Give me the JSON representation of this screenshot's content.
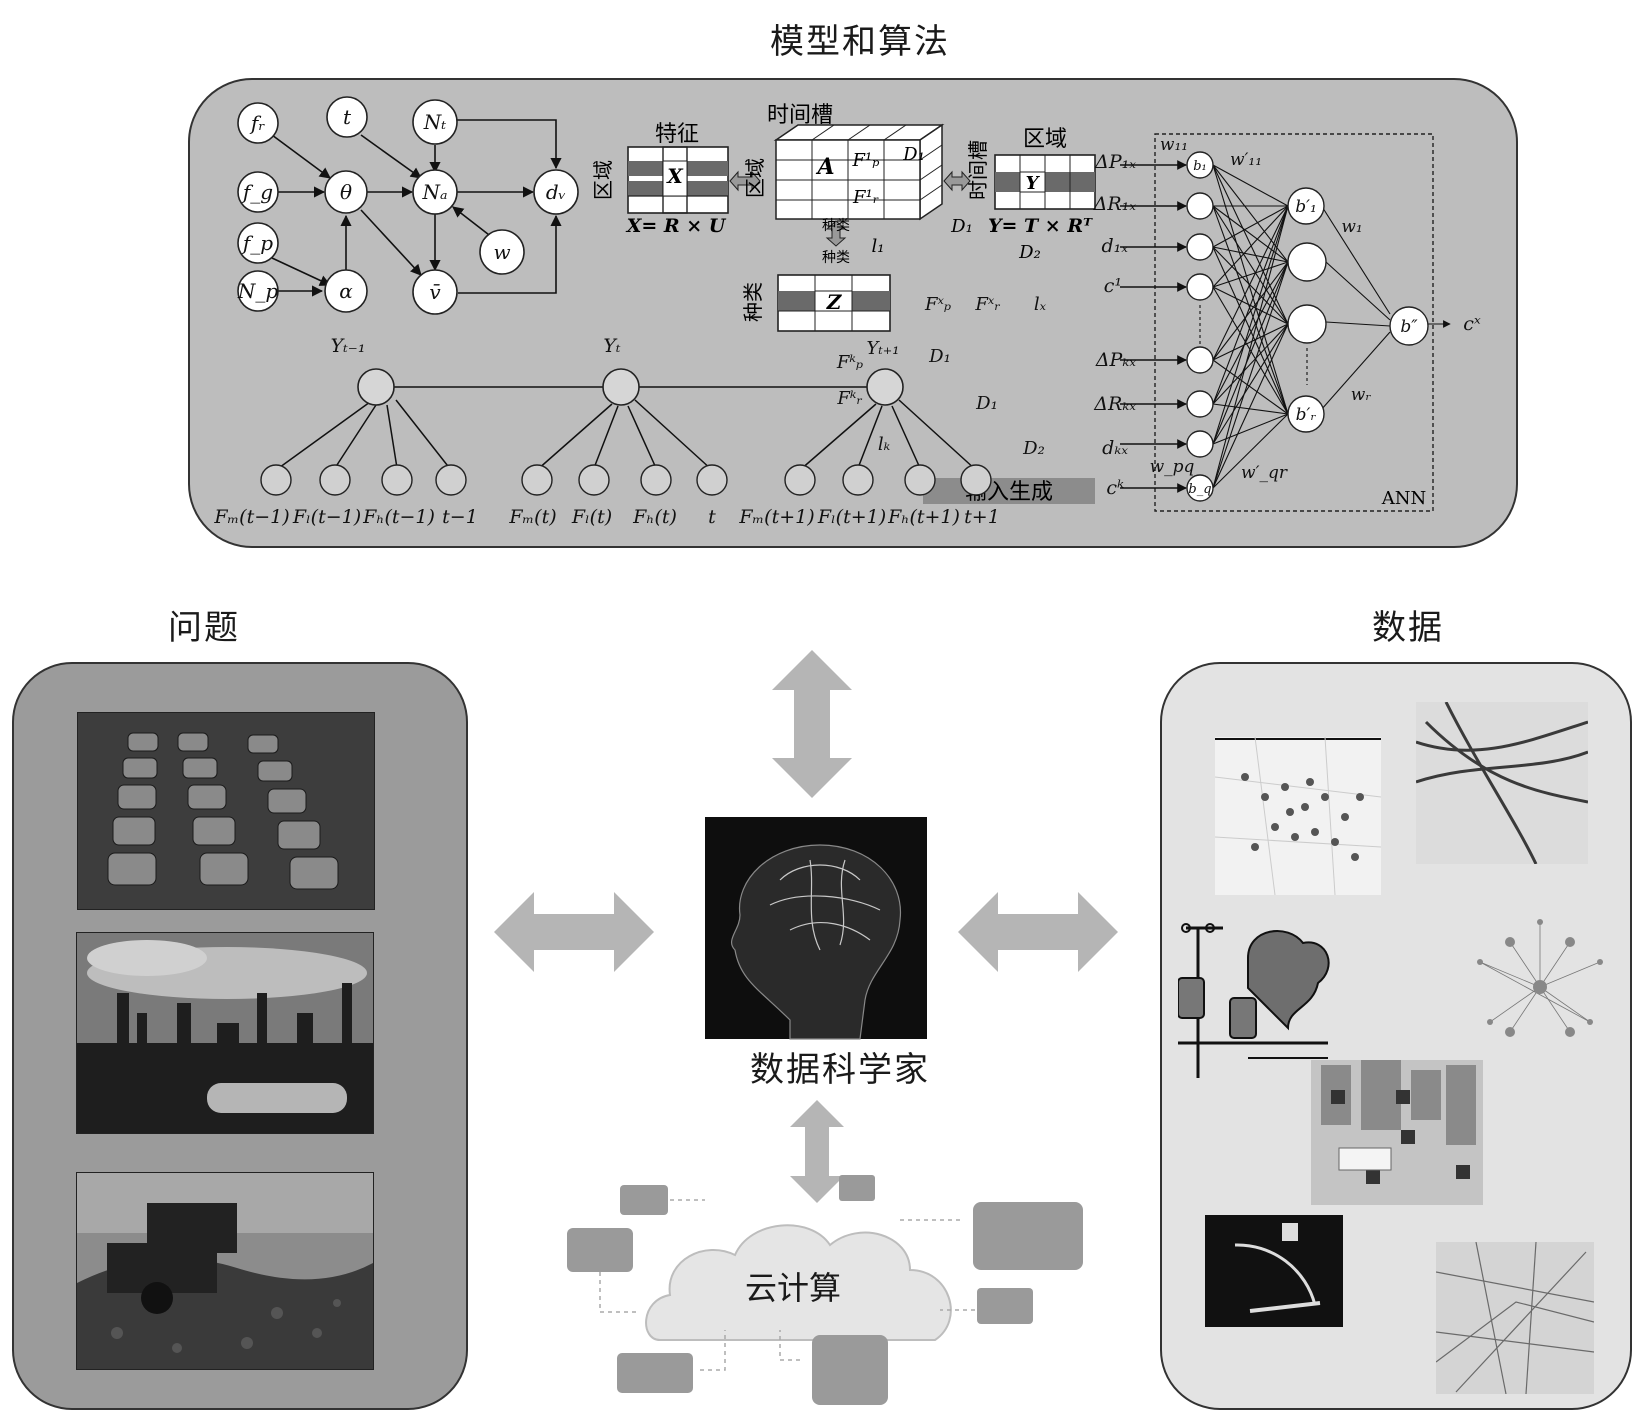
{
  "titles": {
    "models": "模型和算法",
    "problems": "问题",
    "data": "数据",
    "scientist": "数据科学家",
    "cloud": "云计算"
  },
  "bayes_net": {
    "nodes": [
      "fᵣ",
      "t",
      "Nₜ",
      "f_g",
      "θ",
      "Nₐ",
      "dᵥ",
      "f_p",
      "w",
      "N_p",
      "α",
      "v̄"
    ]
  },
  "tensor": {
    "feature": "特征",
    "region": "区域",
    "timeslot": "时间槽",
    "category": "种类",
    "X": "X",
    "A": "A",
    "Y": "Y",
    "Z": "Z",
    "x_eq": "X= R × U",
    "y_eq": "Y= T × Rᵀ",
    "D1": "D₁",
    "D2": "D₂",
    "l1": "l₁",
    "Fp1": "F¹ₚ",
    "Fr1": "F¹ᵣ",
    "Fpx": "Fˣₚ",
    "Frx": "Fˣᵣ",
    "lx": "lₓ",
    "Fpk": "Fᵏₚ",
    "Frk": "Fᵏᵣ",
    "lk": "lₖ",
    "D1b": "D₁",
    "D1c": "D₁",
    "D2b": "D₂",
    "input_gen": "输入生成"
  },
  "temporal": {
    "Y_prev": "Yₜ₋₁",
    "Y_t": "Yₜ",
    "Y_next": "Yₜ₊₁",
    "leaves": [
      "Fₘ(t−1)",
      "Fₗ(t−1)",
      "Fₕ(t−1)",
      "t−1",
      "Fₘ(t)",
      "Fₗ(t)",
      "Fₕ(t)",
      "t",
      "Fₘ(t+1)",
      "Fₗ(t+1)",
      "Fₕ(t+1)",
      "t+1"
    ]
  },
  "ann": {
    "label": "ANN",
    "inputs": [
      "ΔP₁ₓ",
      "ΔR₁ₓ",
      "d₁ₓ",
      "c¹",
      "ΔPₖₓ",
      "ΔRₖₓ",
      "dₖₓ",
      "cᵏ"
    ],
    "b1": "b₁",
    "bq": "b_q",
    "b1p": "b′₁",
    "brp": "b′ᵣ",
    "bpp": "b″",
    "w11": "w₁₁",
    "w11p": "w′₁₁",
    "w1": "w₁",
    "wr": "wᵣ",
    "wpq": "w_pq",
    "wqr": "w′_qr",
    "output": "cˣ"
  },
  "colors": {
    "models_panel": "#bdbdbd",
    "problems_panel": "#9b9b9b",
    "data_panel": "#e3e3e3",
    "arrow": "#b5b5b5",
    "stripe": "#6a6a6a"
  }
}
